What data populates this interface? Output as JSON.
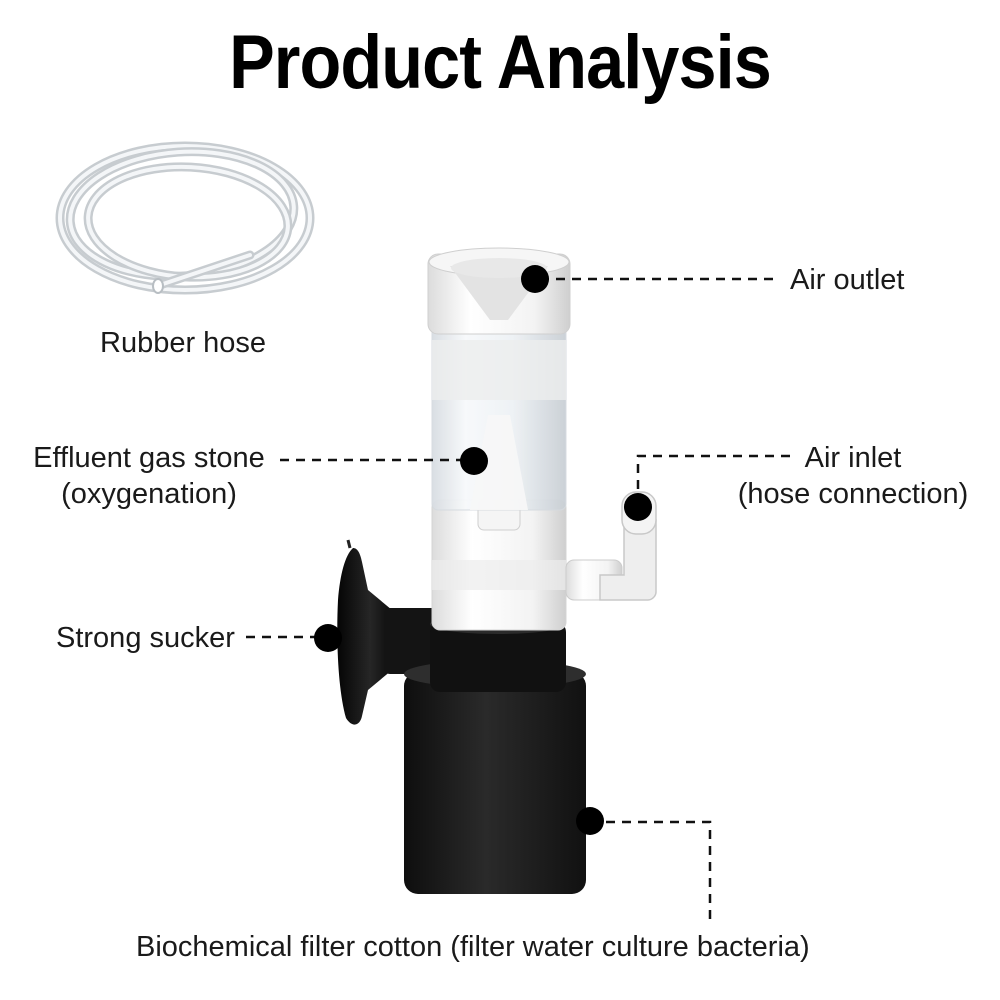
{
  "title": "Product Analysis",
  "labels": {
    "rubber_hose": "Rubber hose",
    "air_outlet": "Air outlet",
    "gas_stone_line1": "Effluent gas stone",
    "gas_stone_line2": "(oxygenation)",
    "air_inlet_line1": "Air inlet",
    "air_inlet_line2": "(hose connection)",
    "sucker": "Strong sucker",
    "filter_cotton": "Biochemical filter cotton (filter water culture bacteria)"
  },
  "colors": {
    "sponge": "#1c1c1c",
    "plastic_white": "#f2f2f2",
    "clear_tube": "#e9eef2",
    "marker": "#000000"
  }
}
